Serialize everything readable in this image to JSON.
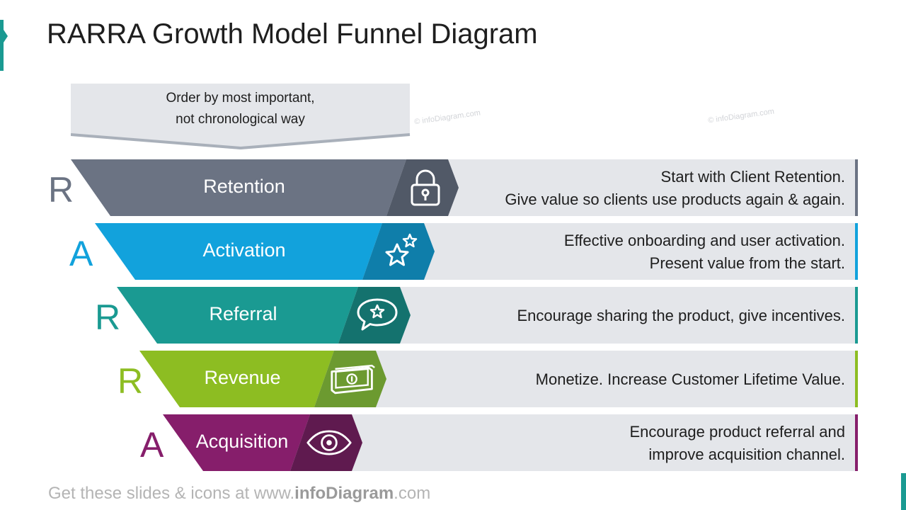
{
  "title": "RARRA Growth Model Funnel Diagram",
  "note": {
    "line1": "Order by most important,",
    "line2": "not chronological way"
  },
  "watermark": "© infoDiagram.com",
  "stages": [
    {
      "letter": "R",
      "label": "Retention",
      "icon": "lock-icon",
      "color": "#6b7383",
      "dark": "#515967",
      "desc": [
        "Start with Client Retention.",
        "Give value so clients use products again & again."
      ]
    },
    {
      "letter": "A",
      "label": "Activation",
      "icon": "stars-icon",
      "color": "#12a2dc",
      "dark": "#0f7eaa",
      "desc": [
        "Effective onboarding and user activation.",
        "Present value from the start."
      ]
    },
    {
      "letter": "R",
      "label": "Referral",
      "icon": "chat-star-icon",
      "color": "#1a9a92",
      "dark": "#14726e",
      "desc": [
        "Encourage sharing the product, give incentives."
      ]
    },
    {
      "letter": "R",
      "label": "Revenue",
      "icon": "money-icon",
      "color": "#8dbd22",
      "dark": "#6c9a30",
      "desc": [
        "Monetize. Increase Customer Lifetime Value."
      ]
    },
    {
      "letter": "A",
      "label": "Acquisition",
      "icon": "eye-icon",
      "color": "#861e6b",
      "dark": "#5f1a4f",
      "desc": [
        "Encourage product referral and",
        "improve acquisition channel."
      ]
    }
  ],
  "footer": {
    "prefix": "Get these slides & icons at www.",
    "brand": "infoDiagram",
    "suffix": ".com"
  }
}
